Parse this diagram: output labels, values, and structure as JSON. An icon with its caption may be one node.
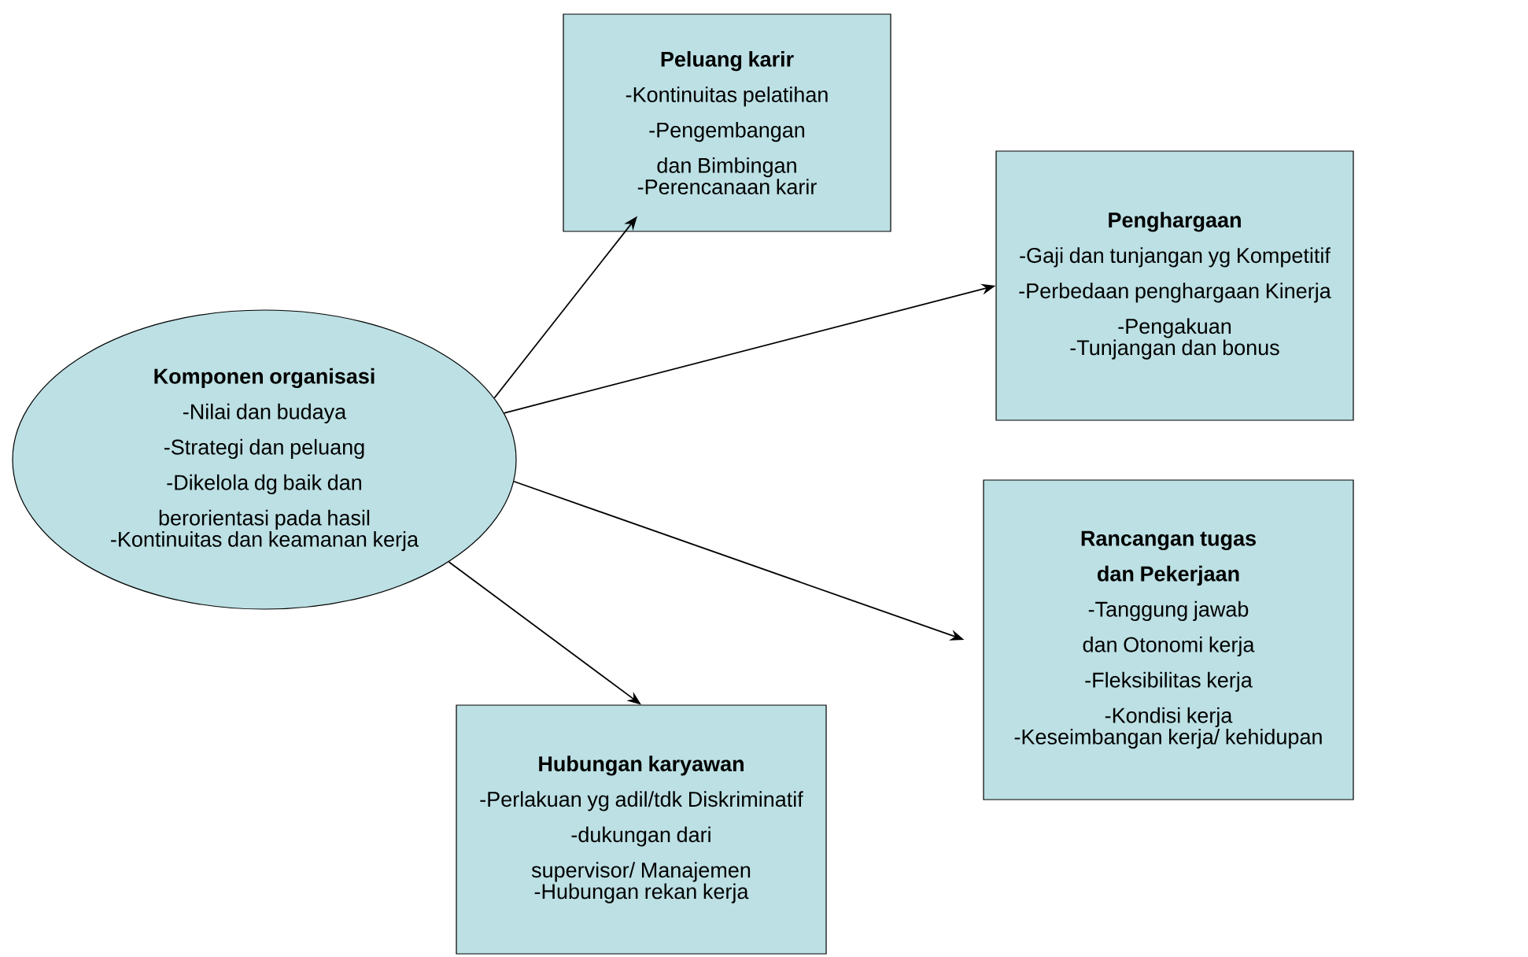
{
  "diagram": {
    "nodes": [
      {
        "text": [
          "Komponen organisasi",
          "-Nilai dan budaya",
          "-Strategi dan peluang",
          "-Dikelola dg baik dan berorientasi pada hasil",
          "-Kontinuitas dan keamanan kerja"
        ]
      },
      {
        "text": [
          "Peluang karir",
          "-Kontinuitas pelatihan",
          "-Pengembangan dan Bimbingan",
          "-Perencanaan karir"
        ]
      },
      {
        "text": [
          "Penghargaan",
          "-Gaji dan tunjangan yg Kompetitif",
          "-Perbedaan penghargaan Kinerja",
          "-Pengakuan",
          "-Tunjangan dan bonus"
        ]
      },
      {
        "text": [
          "Rancangan tugas dan Pekerjaan",
          "-Tanggung jawab dan Otonomi kerja",
          "-Fleksibilitas kerja",
          "-Kondisi kerja",
          "-Keseimbangan kerja/ kehidupan"
        ]
      },
      {
        "text": [
          "Hubungan karyawan",
          "-Perlakuan yg adil/tdk Diskriminatif",
          "-dukungan dari supervisor/ Manajemen",
          "-Hubungan rekan kerja"
        ]
      }
    ],
    "edges": [
      {
        "from": 0,
        "to": 1,
        "arrow": "to"
      },
      {
        "from": 0,
        "to": 2,
        "arrow": "to"
      },
      {
        "from": 0,
        "to": 3,
        "arrow": "to"
      },
      {
        "from": 0,
        "to": 4,
        "arrow": "to"
      }
    ]
  }
}
